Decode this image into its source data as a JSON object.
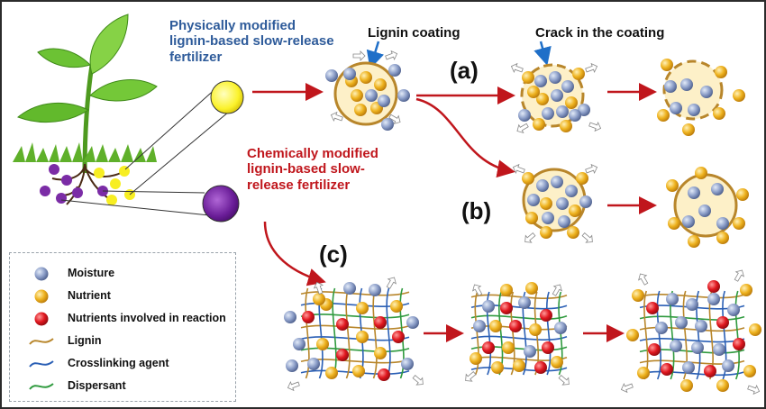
{
  "labels": {
    "physical": [
      "Physically modified",
      "lignin-based slow-release",
      "fertilizer"
    ],
    "chemical": [
      "Chemically modified",
      "lignin-based slow-",
      "release fertilizer"
    ],
    "lignin_coating": "Lignin coating",
    "crack": "Crack in the coating",
    "path_a": "(a)",
    "path_b": "(b)",
    "path_c": "(c)"
  },
  "legend": {
    "moisture": "Moisture",
    "nutrient": "Nutrient",
    "reacted": "Nutrients involved in reaction",
    "lignin": "Lignin",
    "crosslinker": "Crosslinking agent",
    "dispersant": "Dispersant"
  },
  "colors": {
    "moisture": "#7f93c2",
    "nutrient": "#e8a917",
    "reacted": "#d6151d",
    "lignin": "#b8862b",
    "crosslinker": "#2a5fb5",
    "dispersant": "#2f9a3e",
    "arrow": "#c0161c",
    "coating_fill": "#fdf0c8"
  }
}
